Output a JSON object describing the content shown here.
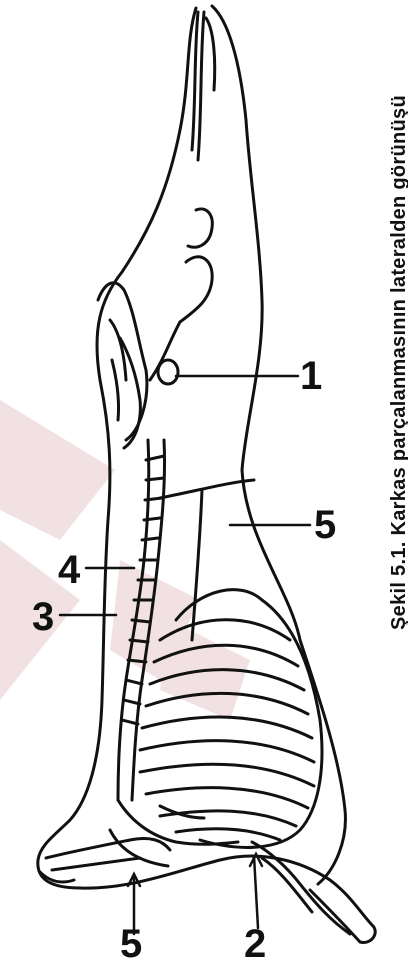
{
  "figure": {
    "caption": "Şekil 5.1. Karkas parçalanmasının lateralden görünüşü",
    "watermark_color": "#e8c9cc",
    "labels": {
      "l1": "1",
      "l2": "2",
      "l3": "3",
      "l4": "4",
      "l5_right": "5",
      "l5_bottom": "5"
    }
  }
}
